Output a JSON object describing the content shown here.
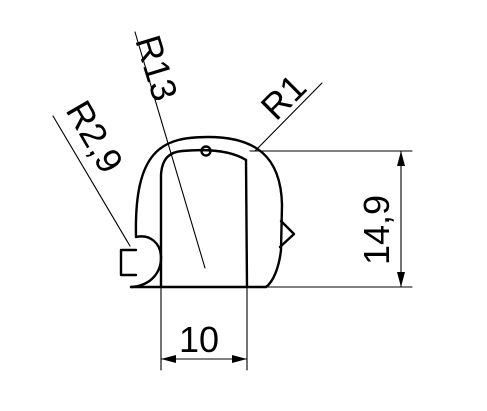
{
  "dimensions": {
    "radius_large": "R13",
    "radius_small": "R1",
    "radius_mid": "R2,9",
    "height": "14,9",
    "width": "10"
  }
}
